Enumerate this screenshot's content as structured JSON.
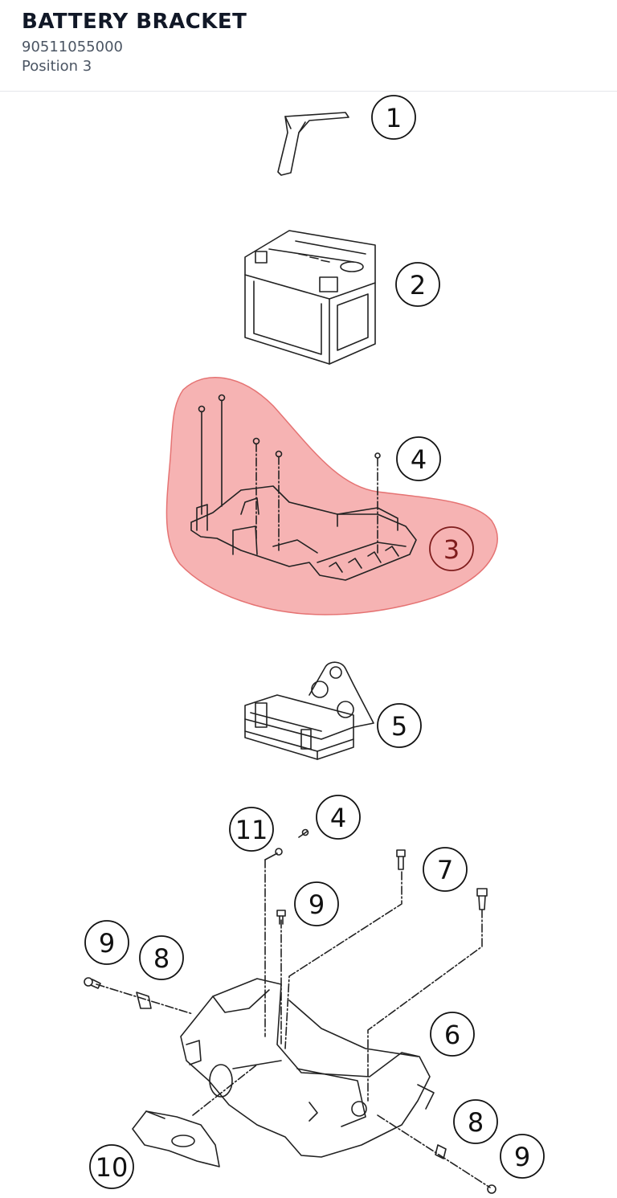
{
  "header": {
    "title": "BATTERY BRACKET",
    "part_number": "90511055000",
    "position": "Position 3"
  },
  "diagram": {
    "highlight_color": "#f08080",
    "callouts": [
      "1",
      "2",
      "3",
      "4",
      "5",
      "4",
      "11",
      "7",
      "9",
      "9",
      "8",
      "6",
      "8",
      "9",
      "10"
    ]
  }
}
